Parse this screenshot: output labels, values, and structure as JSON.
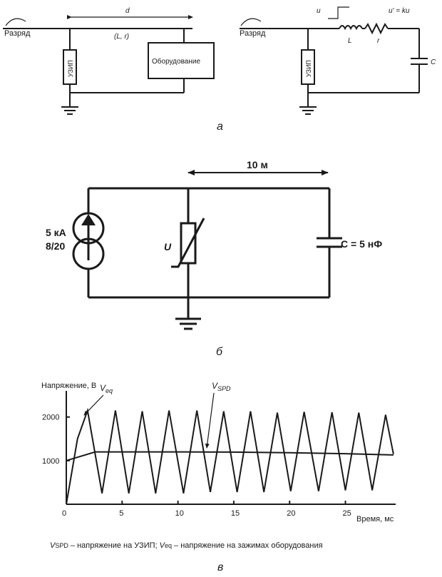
{
  "panel_a": {
    "left": {
      "discharge": "Разряд",
      "distance": "d",
      "line_params": "(L, r)",
      "spd": "УЗИП",
      "equipment": "Оборудование"
    },
    "right": {
      "discharge": "Разряд",
      "step_u": "u",
      "output": "u' = ku",
      "inductor": "L",
      "resistor": "r",
      "capacitor": "C",
      "spd": "УЗИП"
    },
    "caption": "а"
  },
  "panel_b": {
    "distance": "10 м",
    "source_current": "5 кА",
    "source_wave": "8/20",
    "varistor": "U",
    "capacitor": "C = 5 нФ",
    "caption": "б"
  },
  "panel_v": {
    "caption": "в",
    "legend": {
      "v_spd_sym": "V",
      "v_spd_sub": "SPD",
      "v_spd_text": " – напряжение на УЗИП; ",
      "v_eq_sym": "V",
      "v_eq_sub": "eq",
      "v_eq_text": " – напряжение на зажимах оборудования"
    }
  },
  "chart_data": {
    "type": "line",
    "ylabel": "Напряжение, В",
    "xlabel": "Время, мс",
    "xlim": [
      0,
      29.5
    ],
    "ylim": [
      0,
      2600
    ],
    "x_ticks": [
      0,
      5,
      10,
      15,
      20,
      25
    ],
    "y_ticks": [
      1000,
      2000
    ],
    "annotations": [
      {
        "sym": "V",
        "sub": "eq",
        "series": "V_eq"
      },
      {
        "sym": "V",
        "sub": "SPD",
        "series": "V_SPD"
      }
    ],
    "series": [
      {
        "name": "V_SPD",
        "x": [
          0,
          2.6,
          5,
          10,
          15,
          20,
          25,
          29.3
        ],
        "y": [
          1000,
          1200,
          1200,
          1200,
          1195,
          1180,
          1160,
          1130
        ]
      },
      {
        "name": "V_eq",
        "x": [
          0,
          1.0,
          1.9,
          3.2,
          4.4,
          5.6,
          6.8,
          8.0,
          9.2,
          10.5,
          11.7,
          12.9,
          14.1,
          15.3,
          16.5,
          17.7,
          18.9,
          20.1,
          21.3,
          22.6,
          23.8,
          25.0,
          26.2,
          27.4,
          28.6,
          29.3
        ],
        "y": [
          0,
          1500,
          2150,
          250,
          2150,
          250,
          2130,
          250,
          2150,
          250,
          2150,
          280,
          2130,
          280,
          2130,
          280,
          2100,
          300,
          2120,
          300,
          2110,
          320,
          2100,
          320,
          2050,
          1150
        ]
      }
    ]
  }
}
